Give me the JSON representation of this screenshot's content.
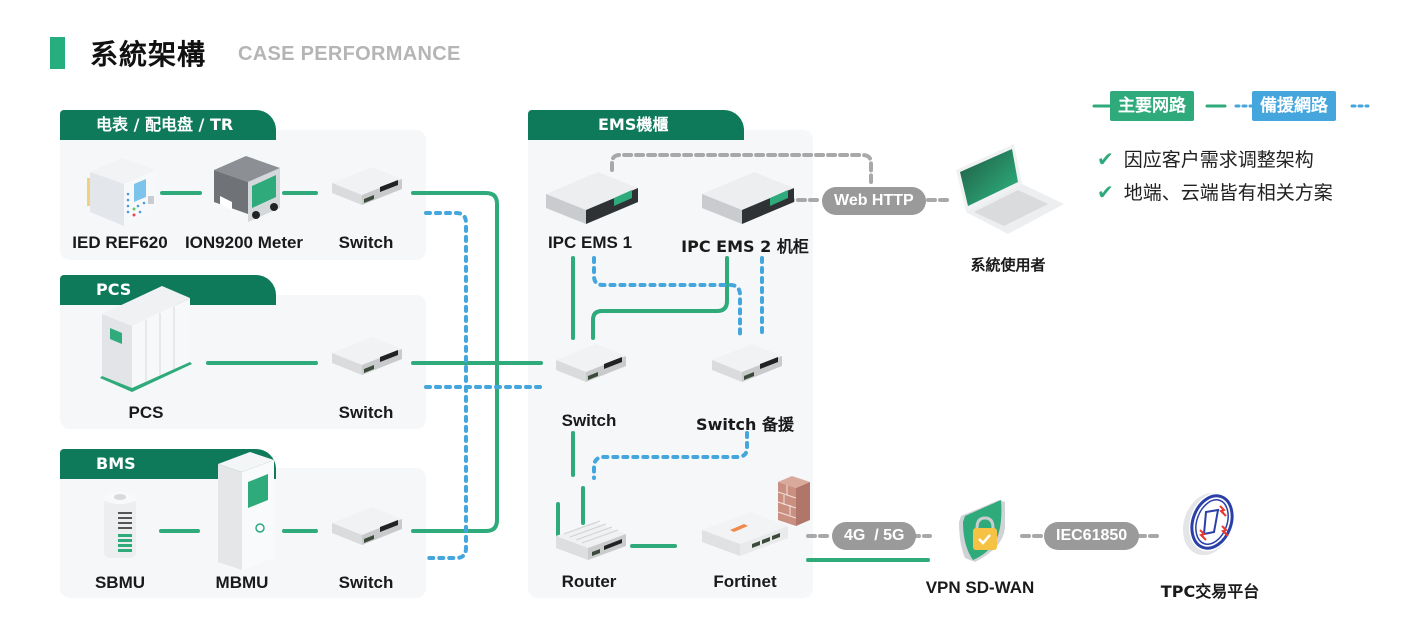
{
  "header": {
    "title": "系統架構",
    "subtitle": "CASE PERFORMANCE"
  },
  "legend": {
    "primary_label": "主要网路",
    "backup_label": "備援網路",
    "colors": {
      "primary": "#2eaa7b",
      "backup": "#44a6dd",
      "protocol": "#9a9a9a",
      "panel_tab": "#0e7a5a"
    },
    "bullets": [
      "因应客户需求调整架构",
      "地端、云端皆有相关方案"
    ]
  },
  "groups": {
    "meter": {
      "tab": "电表 / 配电盘 / TR",
      "devices": [
        "IED REF620",
        "ION9200 Meter",
        "Switch"
      ]
    },
    "pcs": {
      "tab": "PCS",
      "devices": [
        "PCS",
        "Switch"
      ]
    },
    "bms": {
      "tab": "BMS",
      "devices": [
        "SBMU",
        "MBMU",
        "Switch"
      ]
    },
    "ems": {
      "tab": "EMS機櫃",
      "devices": [
        "IPC EMS 1",
        "IPC EMS 2 机柜",
        "Switch",
        "Switch 备援",
        "Router",
        "Fortinet"
      ]
    }
  },
  "external": {
    "user": "系統使用者",
    "vpn": "VPN SD-WAN",
    "tpc": "TPC交易平台"
  },
  "protocols": {
    "web": "Web HTTP",
    "cellular": "4G  / 5G",
    "iec": "IEC61850"
  }
}
